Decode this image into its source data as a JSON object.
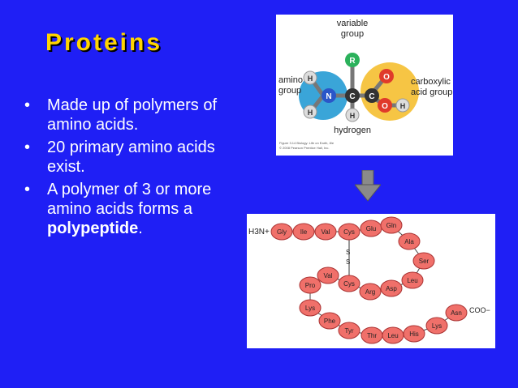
{
  "slide": {
    "title": "Proteins",
    "bullets": [
      {
        "text": "Made up of polymers of amino acids."
      },
      {
        "text": "20 primary amino acids exist."
      },
      {
        "pre": "A polymer of 3 or more amino acids forms a ",
        "bold": "polypeptide",
        "post": "."
      }
    ],
    "bullet_symbol": "•"
  },
  "amino_diagram": {
    "variable_group": [
      "variable",
      "group"
    ],
    "amino_group": [
      "amino",
      "group"
    ],
    "carboxylic_group": [
      "carboxylic",
      "acid group"
    ],
    "hydrogen": "hydrogen",
    "atoms": {
      "R": "R",
      "N": "N",
      "C1": "C",
      "C2": "C",
      "O1": "O",
      "O2": "O",
      "H1": "H",
      "H2": "H",
      "H3": "H",
      "H4": "H"
    },
    "caption": [
      "Figure 3.14 Biology: Life on Earth, 8/e",
      "© 2008 Pearson Prentice Hall, Inc."
    ]
  },
  "chain_diagram": {
    "n_term": "H3N+",
    "c_term": "COO−",
    "bridge": [
      "S",
      "S"
    ],
    "residues": [
      "Gly",
      "Ile",
      "Val",
      "Cys",
      "Glu",
      "Gln",
      "Ala",
      "Ser",
      "Leu",
      "Asp",
      "Arg",
      "Cys",
      "Val",
      "Pro",
      "Lys",
      "Phe",
      "Tyr",
      "Thr",
      "Leu",
      "His",
      "Lys",
      "Asn"
    ]
  },
  "colors": {
    "background": "#1f1ff5",
    "title": "#ffd400",
    "bead": "#f0706a",
    "arrow": "#8a8a8a"
  }
}
